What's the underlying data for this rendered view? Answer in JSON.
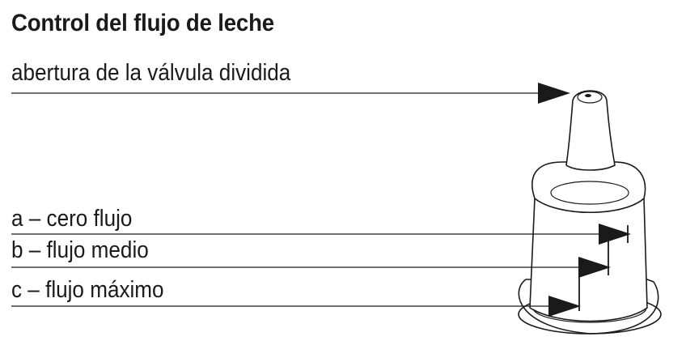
{
  "title": "Control del flujo de leche",
  "labels": {
    "opening": "abertura de la válvula dividida",
    "a": "a – cero flujo",
    "b": "b – flujo medio",
    "c": "c – flujo máximo"
  },
  "colors": {
    "ink": "#1a1a1a",
    "fill": "#ffffff"
  }
}
